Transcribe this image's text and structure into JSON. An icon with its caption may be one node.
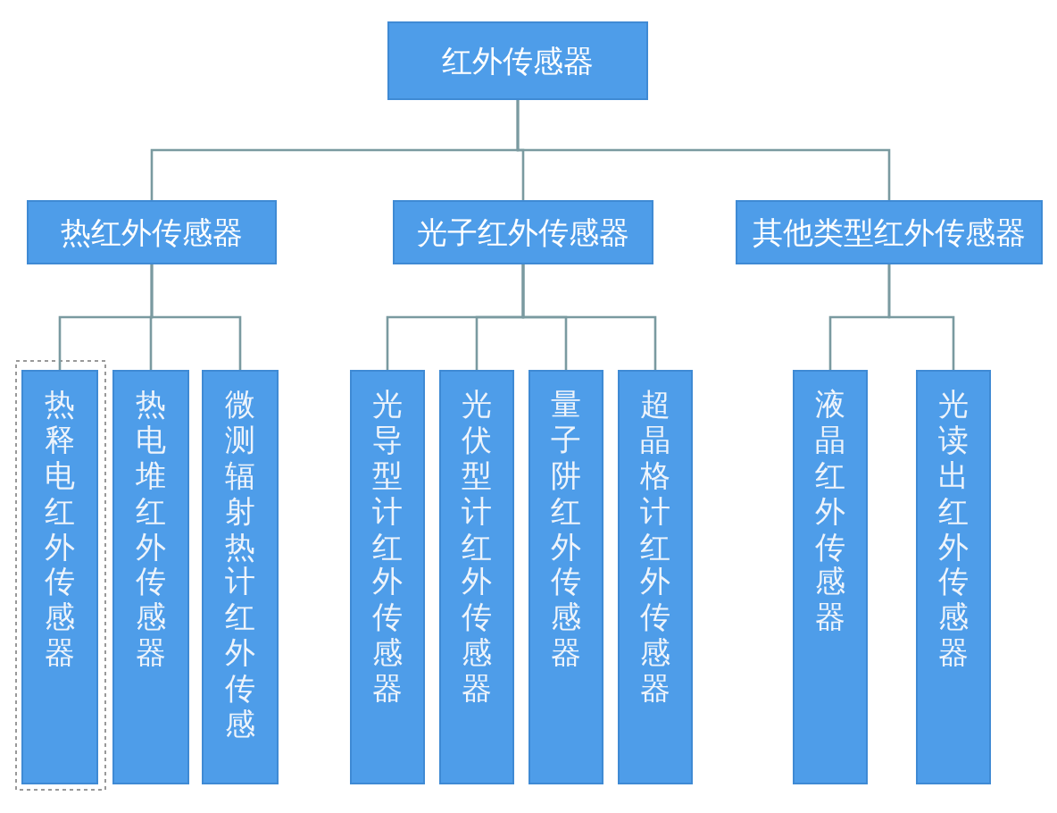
{
  "diagram": {
    "nodes": [
      {
        "text": [
          "红外传感器"
        ]
      },
      {
        "text": [
          "热红外传感器"
        ]
      },
      {
        "text": [
          "光子红外传感器"
        ]
      },
      {
        "text": [
          "其他类型红外传感器"
        ]
      },
      {
        "text": [
          "热释电红外传感器"
        ]
      },
      {
        "text": [
          "热电堆红外传感器"
        ]
      },
      {
        "text": [
          "微测辐射热计红外传感"
        ]
      },
      {
        "text": [
          "光导型计红外传感器"
        ]
      },
      {
        "text": [
          "光伏型计红外传感器"
        ]
      },
      {
        "text": [
          "量子阱红外传感器"
        ]
      },
      {
        "text": [
          "超晶格计红外传感器"
        ]
      },
      {
        "text": [
          "液晶红外传感器"
        ]
      },
      {
        "text": [
          "光读出红外传感器"
        ]
      }
    ],
    "edges": [
      {
        "from": 0,
        "to": 1,
        "arrow": "none"
      },
      {
        "from": 0,
        "to": 2,
        "arrow": "none"
      },
      {
        "from": 0,
        "to": 3,
        "arrow": "none"
      },
      {
        "from": 1,
        "to": 4,
        "arrow": "none"
      },
      {
        "from": 1,
        "to": 5,
        "arrow": "none"
      },
      {
        "from": 1,
        "to": 6,
        "arrow": "none"
      },
      {
        "from": 2,
        "to": 7,
        "arrow": "none"
      },
      {
        "from": 2,
        "to": 8,
        "arrow": "none"
      },
      {
        "from": 2,
        "to": 9,
        "arrow": "none"
      },
      {
        "from": 2,
        "to": 10,
        "arrow": "none"
      },
      {
        "from": 3,
        "to": 11,
        "arrow": "none"
      },
      {
        "from": 3,
        "to": 12,
        "arrow": "none"
      }
    ]
  }
}
